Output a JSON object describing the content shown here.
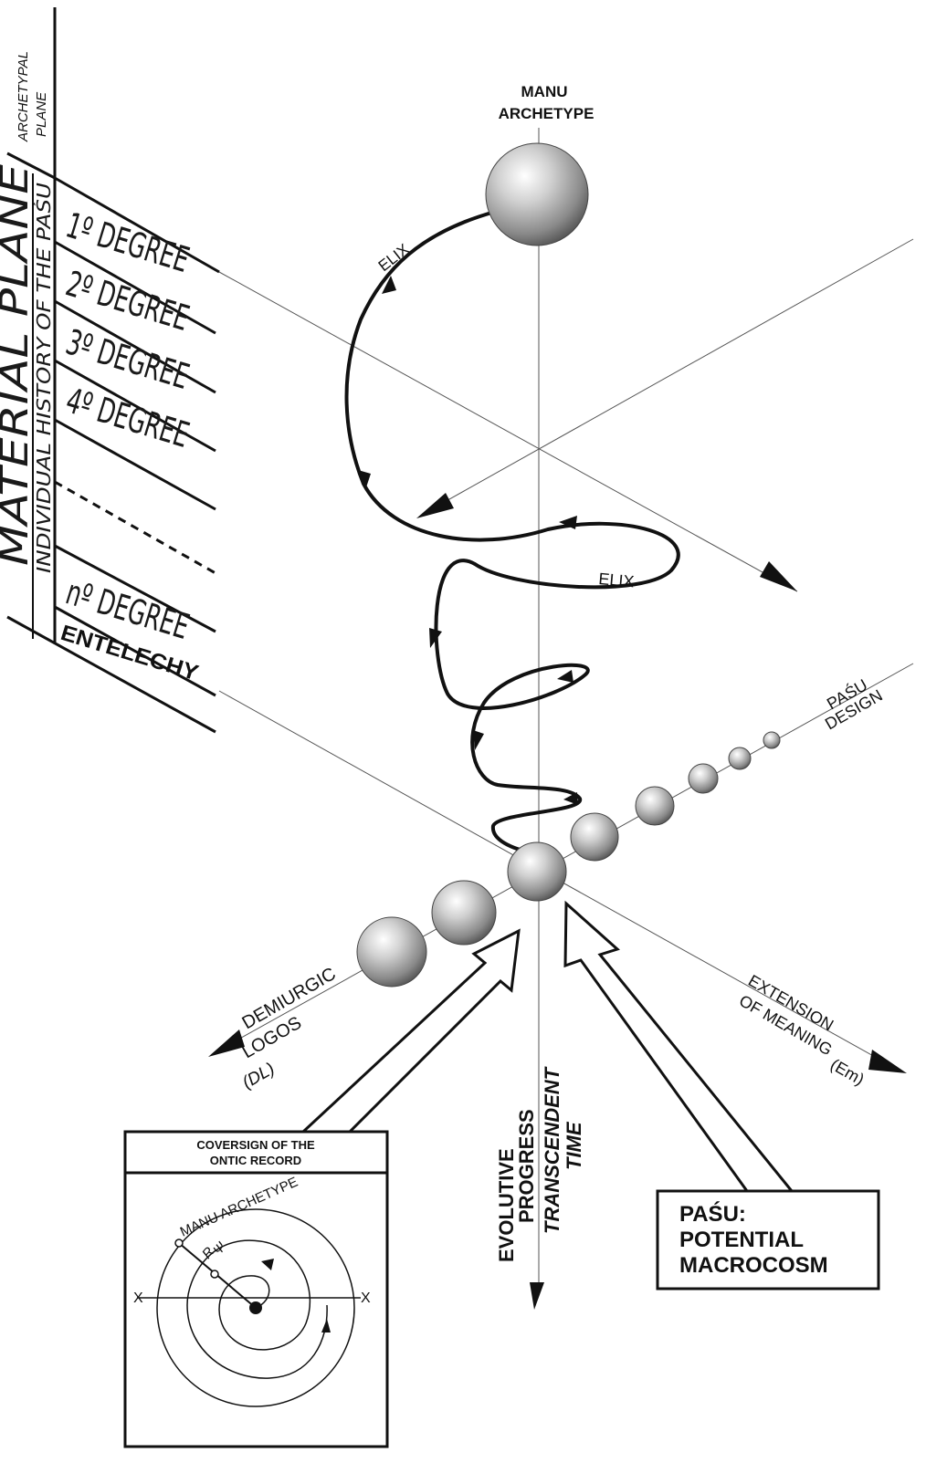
{
  "left_panel": {
    "archetypal_plane": [
      "ARCHETYPAL",
      "PLANE"
    ],
    "material_plane": "MATERIAL PLANE",
    "individual_history": "INDIVIDUAL HISTORY OF THE PAŚU",
    "degrees": [
      "1º DEGREE",
      "2º DEGREE",
      "3º DEGREE",
      "4º DEGREE",
      "nº DEGREE"
    ],
    "entelechy": "ENTELECHY"
  },
  "top": {
    "manu_archetype": [
      "MANU",
      "ARCHETYPE"
    ]
  },
  "spiral_labels": [
    "ELIX",
    "ELIX"
  ],
  "axes": {
    "pasu_design": [
      "PAŚU",
      "DESIGN"
    ],
    "demiurgic_logos": [
      "DEMIURGIC",
      "LOGOS",
      "(DL)"
    ],
    "extension_of_meaning": [
      "EXTENSION",
      "OF MEANING",
      "(Em)"
    ],
    "evolutive_progress": [
      "EVOLUTIVE",
      "PROGRESS"
    ],
    "transcendent_time": [
      "TRANSCENDENT",
      "TIME"
    ]
  },
  "inset": {
    "title": [
      "COVERSIGN OF THE",
      "ONTIC RECORD"
    ],
    "arc_label": "MANU ARCHETYPE",
    "x_left": "X",
    "x_right": "X",
    "r_label": "R",
    "psi_label": "Ψ"
  },
  "callout": [
    "PAŚU:",
    "POTENTIAL",
    "MACROCOSM"
  ]
}
